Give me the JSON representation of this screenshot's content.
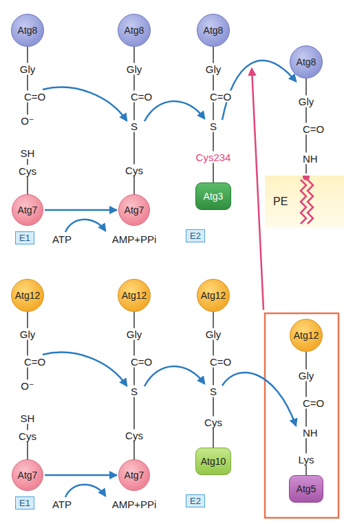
{
  "diagram": {
    "nodes": [
      {
        "text": [
          "Atg8"
        ]
      },
      {
        "text": [
          "Atg8"
        ]
      },
      {
        "text": [
          "Atg8"
        ]
      },
      {
        "text": [
          "Atg8"
        ]
      },
      {
        "text": [
          "Atg7"
        ]
      },
      {
        "text": [
          "Atg7"
        ]
      },
      {
        "text": [
          "Atg3"
        ]
      },
      {
        "text": [
          "PE"
        ]
      },
      {
        "text": [
          "E1"
        ]
      },
      {
        "text": [
          "E2"
        ]
      },
      {
        "text": [
          "Atg12"
        ]
      },
      {
        "text": [
          "Atg12"
        ]
      },
      {
        "text": [
          "Atg12"
        ]
      },
      {
        "text": [
          "Atg12"
        ]
      },
      {
        "text": [
          "Atg7"
        ]
      },
      {
        "text": [
          "Atg7"
        ]
      },
      {
        "text": [
          "Atg10"
        ]
      },
      {
        "text": [
          "Atg5"
        ]
      },
      {
        "text": [
          "E1"
        ]
      },
      {
        "text": [
          "E2"
        ]
      }
    ],
    "edges": [
      {
        "from": 4,
        "to": 5,
        "arrow": "to"
      },
      {
        "from": 14,
        "to": 15,
        "arrow": "to"
      }
    ],
    "labels": [
      "Gly",
      "C=O",
      "O⁻",
      "SH",
      "Cys",
      "Gly",
      "C=O",
      "S",
      "Cys",
      "Gly",
      "C=O",
      "S",
      "Cys234",
      "Gly",
      "C=O",
      "NH",
      "ATP",
      "AMP+PPi",
      "Gly",
      "C=O",
      "O⁻",
      "SH",
      "Cys",
      "Gly",
      "C=O",
      "S",
      "Cys",
      "Gly",
      "C=O",
      "S",
      "Cys",
      "Gly",
      "C=O",
      "NH",
      "Lys",
      "ATP",
      "AMP+PPi"
    ]
  }
}
